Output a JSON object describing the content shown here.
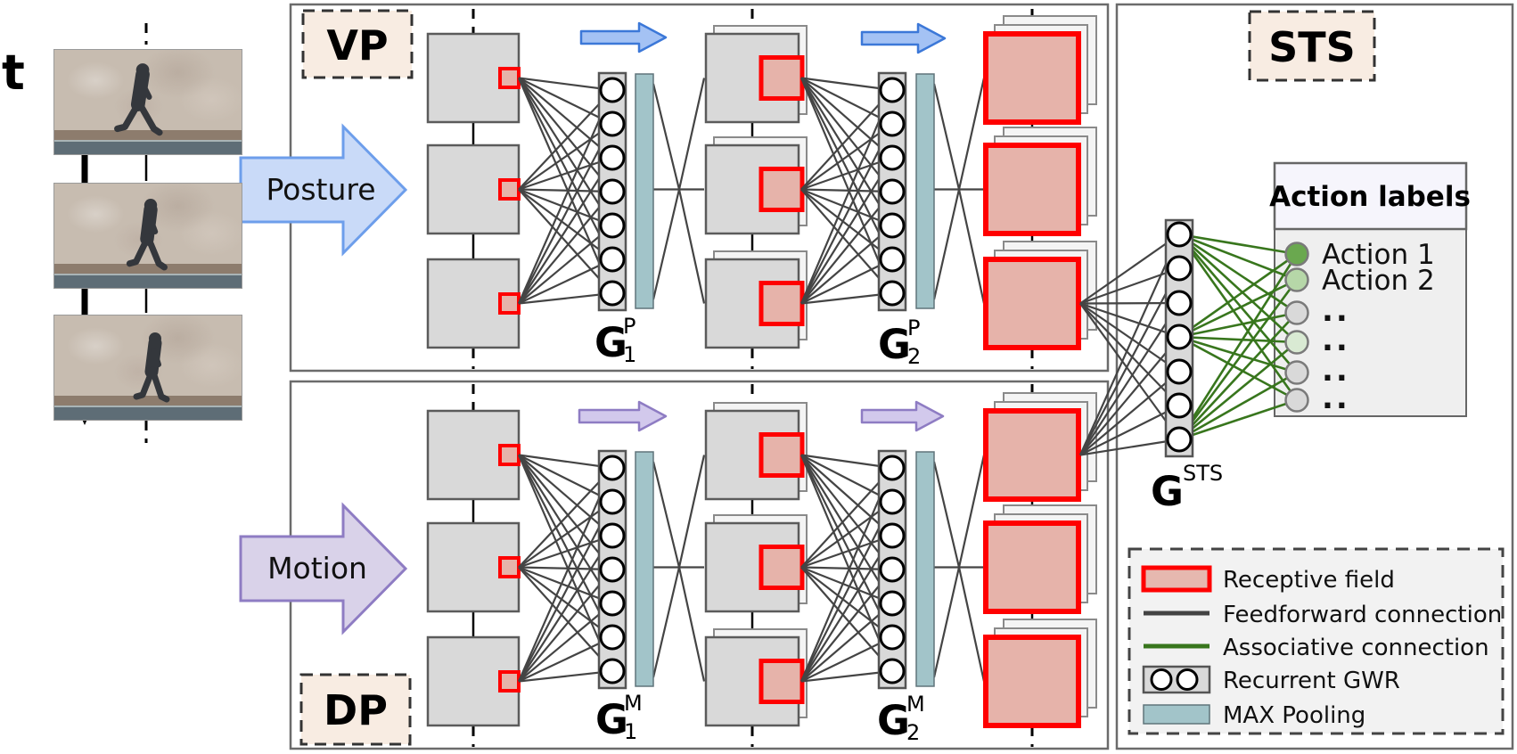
{
  "figure": {
    "timeline_label": "t"
  },
  "vp": {
    "tag": "VP",
    "input_label": "Posture",
    "g1": {
      "base": "G",
      "sub": "1",
      "sup": "P"
    },
    "g2": {
      "base": "G",
      "sub": "2",
      "sup": "P"
    }
  },
  "dp": {
    "tag": "DP",
    "input_label": "Motion",
    "g1": {
      "base": "G",
      "sub": "1",
      "sup": "M"
    },
    "g2": {
      "base": "G",
      "sub": "2",
      "sup": "M"
    }
  },
  "sts": {
    "tag": "STS",
    "g": {
      "base": "G",
      "sup": "STS"
    },
    "action_panel": {
      "title": "Action labels",
      "entries": [
        {
          "label": "Action 1",
          "color": "#6aa84f"
        },
        {
          "label": "Action 2",
          "color": "#b6d7a8"
        },
        {
          "label": "..",
          "color": "#d9d9d9"
        },
        {
          "label": "..",
          "color": "#d9ead3"
        },
        {
          "label": "..",
          "color": "#d9d9d9"
        },
        {
          "label": "..",
          "color": "#d9d9d9"
        }
      ]
    }
  },
  "legend": {
    "items": [
      {
        "label": "Receptive field"
      },
      {
        "label": "Feedforward connection"
      },
      {
        "label": "Associative connection"
      },
      {
        "label": "Recurrent GWR"
      },
      {
        "label": "MAX Pooling"
      }
    ]
  },
  "colors": {
    "receptive_field_fill": "#e6b3aa",
    "receptive_field_border": "#ff0000",
    "feedforward_line": "#444444",
    "associative_line": "#38761d",
    "gwr_bar_fill": "#d9d9d9",
    "gwr_node_fill": "#ffffff",
    "max_pooling_fill": "#a2c4c9",
    "posture_arrow_fill": "#c9daf8",
    "posture_arrow_stroke": "#6d9eeb",
    "motion_arrow_fill": "#d9d2e9",
    "motion_arrow_stroke": "#8e7cc3",
    "vp_flow_arrow_fill": "#a4c2f4",
    "vp_flow_arrow_stroke": "#3c78d8",
    "tag_box_fill": "#f8ece2"
  }
}
